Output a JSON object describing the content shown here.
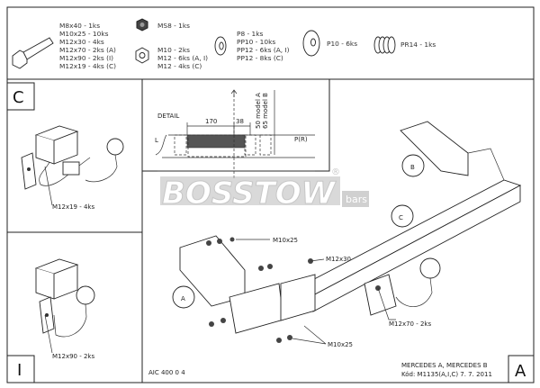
{
  "parts": {
    "bolts": [
      "M8x40 - 1ks",
      "M10x25 - 10ks",
      "M12x30 - 4ks",
      "M12x70 - 2ks (A)",
      "M12x90 - 2ks (I)",
      "M12x19 - 4ks (C)"
    ],
    "nut_ms": "MS8 - 1ks",
    "nuts": [
      "M10 - 2ks",
      "M12 - 6ks (A, I)",
      "M12 - 4ks (C)"
    ],
    "washers": [
      "P8 - 1ks",
      "PP10 - 10ks",
      "PP12 - 6ks (A, I)",
      "PP12 - 8ks (C)"
    ],
    "large_washer": "P10 - 6ks",
    "spring": "PR14 - 1ks"
  },
  "panels": {
    "c_label": "C",
    "c_bolt": "M12x19 - 4ks",
    "i_label": "I",
    "i_bolt": "M12x90 - 2ks",
    "a_label": "A"
  },
  "detail": {
    "title": "DETAIL",
    "left": "L",
    "right": "P(R)",
    "dim1": "170",
    "dim2": "38",
    "model_a": "50 model A",
    "model_b": "65 model B"
  },
  "watermark": {
    "brand": "BOSSTOW",
    "suffix": "bars",
    "reg": "®"
  },
  "main": {
    "callout_a": "A",
    "callout_b": "B",
    "callout_c": "C",
    "m10x25_top": "M10x25",
    "m12x30": "M12x30",
    "m10x25_bottom": "M10x25",
    "m12x70": "M12x70 - 2ks"
  },
  "footer": {
    "code_left": "AIC 400 0 4",
    "vehicle": "MERCEDES A, MERCEDES B",
    "code": "Kód: M1135(A,I,C)  7. 7. 2011"
  }
}
